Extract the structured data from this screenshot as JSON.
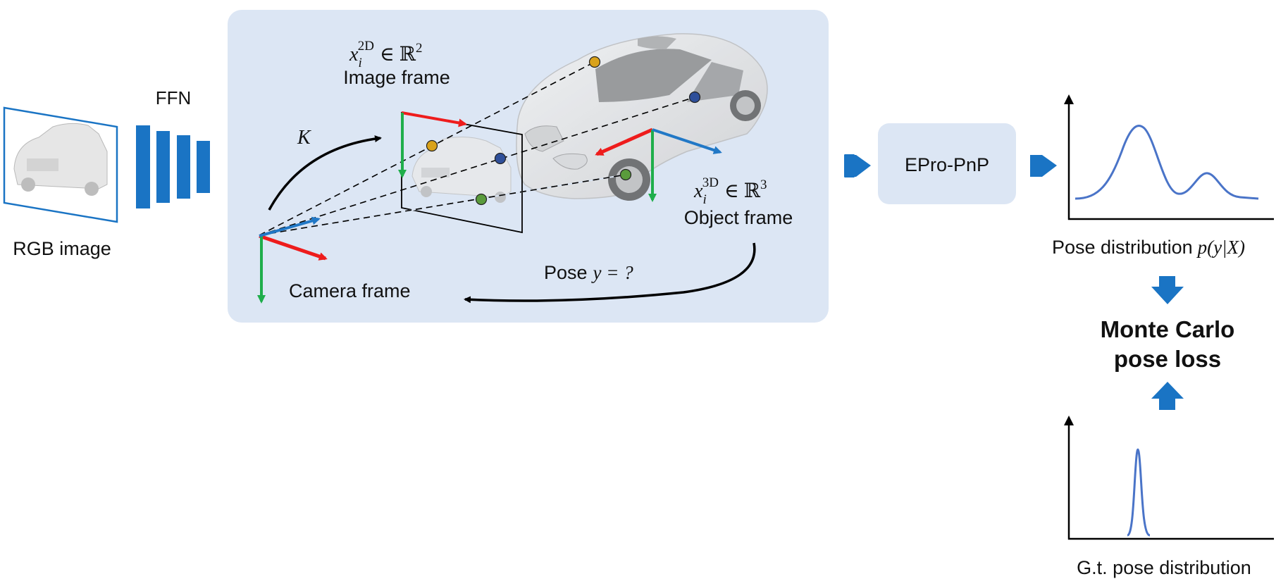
{
  "labels": {
    "rgb_image": "RGB image",
    "ffn": "FFN",
    "k_symbol": "K",
    "image_frame": "Image frame",
    "object_frame": "Object frame",
    "camera_frame": "Camera frame",
    "pose_query_word": "Pose",
    "pose_query_math": "y = ?",
    "epro_pnp": "EPro-PnP",
    "pose_distribution_word": "Pose distribution",
    "pose_distribution_math": "p(y|X)",
    "monte_carlo_line1": "Monte Carlo",
    "monte_carlo_line2": "pose loss",
    "gt_pose_distribution": "G.t. pose distribution"
  },
  "math": {
    "x2d_base": "x",
    "x2d_sub": "i",
    "x2d_sup": "2D",
    "x2d_rest": "∈ ℝ",
    "x2d_pow": "2",
    "x3d_base": "x",
    "x3d_sub": "i",
    "x3d_sup": "3D",
    "x3d_rest": "∈ ℝ",
    "x3d_pow": "3"
  },
  "colors": {
    "panel_bg": "#dce6f4",
    "arrow_blue": "#1a74c4",
    "axis_red": "#ee1c1c",
    "axis_green": "#1fae4b",
    "axis_blue": "#2178c6",
    "point_gold": "#d9a21b",
    "point_navy": "#2e4f9a",
    "point_green": "#5a9b3c",
    "curve_blue": "#4a74c8"
  },
  "icons": [
    "car-image-icon",
    "ffn-bars-icon",
    "car-3d-model-icon"
  ]
}
